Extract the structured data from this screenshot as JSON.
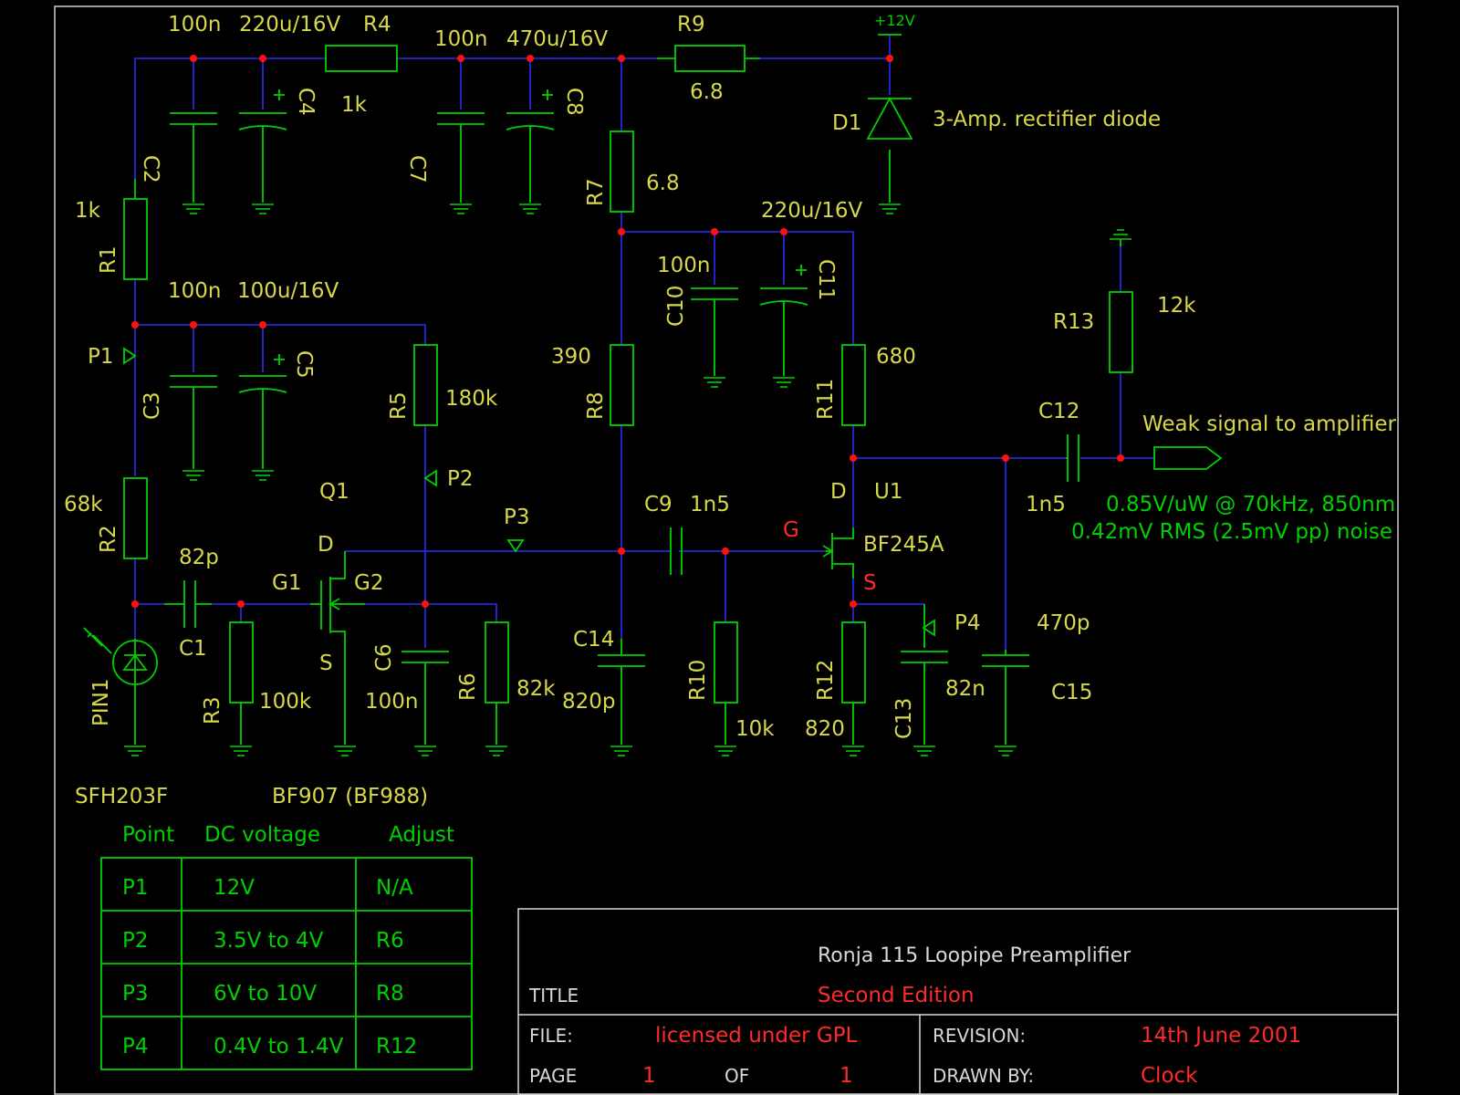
{
  "supply": {
    "vcc": "+12V"
  },
  "components": {
    "c2": {
      "ref": "C2",
      "value": "100n"
    },
    "c4": {
      "ref": "C4",
      "value": "220u/16V"
    },
    "r4": {
      "ref": "R4",
      "value": "1k"
    },
    "c7": {
      "ref": "C7",
      "value": "100n"
    },
    "c8": {
      "ref": "C8",
      "value": "470u/16V"
    },
    "r9": {
      "ref": "R9",
      "value": "6.8"
    },
    "d1": {
      "ref": "D1",
      "value": "3-Amp. rectifier diode"
    },
    "r1": {
      "ref": "R1",
      "value": "1k"
    },
    "r7": {
      "ref": "R7",
      "value": "6.8"
    },
    "c11": {
      "ref": "C11",
      "value": "220u/16V"
    },
    "c10": {
      "ref": "C10",
      "value": "100n"
    },
    "c3": {
      "ref": "C3",
      "value": "100n"
    },
    "c5": {
      "ref": "C5",
      "value": "100u/16V"
    },
    "r13": {
      "ref": "R13",
      "value": "12k"
    },
    "r5": {
      "ref": "R5",
      "value": "180k"
    },
    "r8": {
      "ref": "R8",
      "value": "390"
    },
    "r11": {
      "ref": "R11",
      "value": "680"
    },
    "c12": {
      "ref": "C12",
      "value": "1n5"
    },
    "r2": {
      "ref": "R2",
      "value": "68k"
    },
    "c1": {
      "ref": "C1",
      "value": "82p"
    },
    "r3": {
      "ref": "R3",
      "value": "100k"
    },
    "c6": {
      "ref": "C6",
      "value": "100n"
    },
    "r6": {
      "ref": "R6",
      "value": "82k"
    },
    "c14": {
      "ref": "C14",
      "value": "820p"
    },
    "c9": {
      "ref": "C9",
      "value": "1n5"
    },
    "r10": {
      "ref": "R10",
      "value": "10k"
    },
    "r12": {
      "ref": "R12",
      "value": "820"
    },
    "c13": {
      "ref": "C13",
      "value": "82n"
    },
    "c15": {
      "ref": "C15",
      "value": "470p"
    },
    "q1": {
      "ref": "Q1",
      "value": "BF907 (BF988)",
      "pin_d": "D",
      "pin_g1": "G1",
      "pin_g2": "G2",
      "pin_s": "S"
    },
    "u1": {
      "ref": "U1",
      "value": "BF245A",
      "pin_d": "D",
      "pin_g": "G",
      "pin_s": "S"
    },
    "pin1": {
      "ref": "PIN1",
      "value": "SFH203F"
    }
  },
  "test_points": [
    "P1",
    "P2",
    "P3",
    "P4"
  ],
  "output": {
    "label": "Weak signal to amplifier",
    "spec_line1": "0.85V/uW @ 70kHz, 850nm",
    "spec_line2": "0.42mV RMS (2.5mV pp) noise"
  },
  "voltage_table": {
    "headers": [
      "Point",
      "DC voltage",
      "Adjust"
    ],
    "rows": [
      [
        "P1",
        "12V",
        "N/A"
      ],
      [
        "P2",
        "3.5V to 4V",
        "R6"
      ],
      [
        "P3",
        "6V to 10V",
        "R8"
      ],
      [
        "P4",
        "0.4V to 1.4V",
        "R12"
      ]
    ]
  },
  "title_block": {
    "title_label": "TITLE",
    "title_line1": "Ronja 115 Loopipe Preamplifier",
    "title_line2": "Second Edition",
    "file_label": "FILE:",
    "file_value": "licensed under GPL",
    "revision_label": "REVISION:",
    "revision_value": "14th June 2001",
    "page_label": "PAGE",
    "page_value": "1",
    "of_label": "OF",
    "of_value": "1",
    "drawn_label": "DRAWN BY:",
    "drawn_value": "Clock"
  }
}
